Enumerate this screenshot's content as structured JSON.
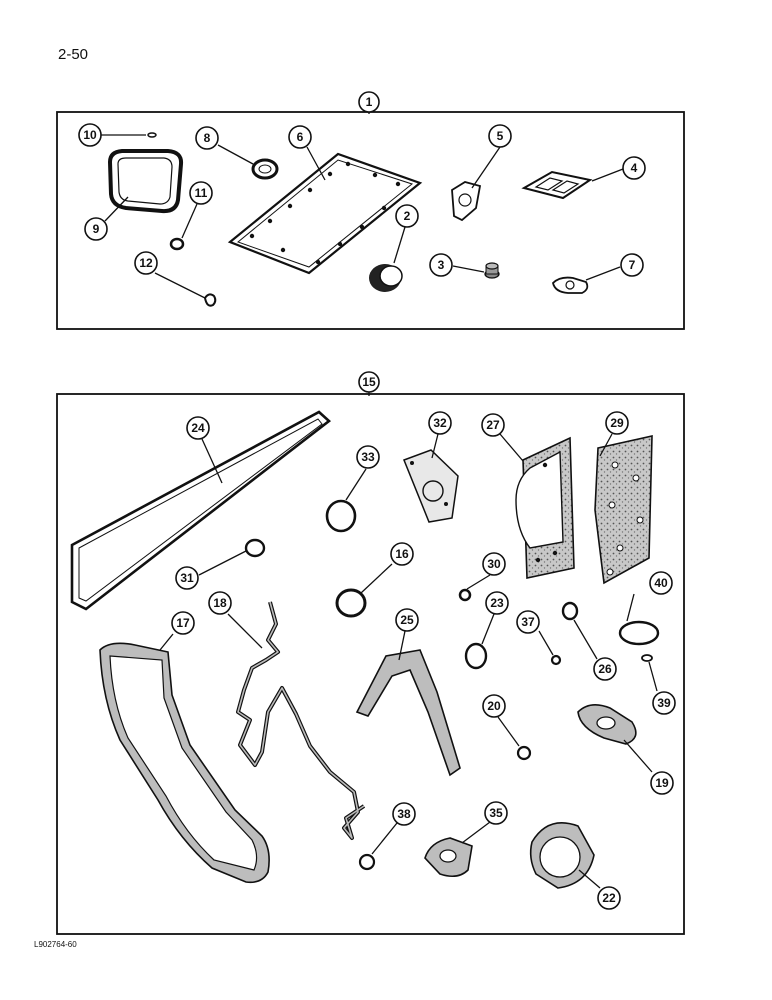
{
  "page": {
    "number": "2-50",
    "figure_code": "L902764-60"
  },
  "kits": [
    {
      "callout": "1"
    },
    {
      "callout": "15"
    }
  ],
  "callouts": {
    "c1": "1",
    "c2": "2",
    "c3": "3",
    "c4": "4",
    "c5": "5",
    "c6": "6",
    "c7": "7",
    "c8": "8",
    "c9": "9",
    "c10": "10",
    "c11": "11",
    "c12": "12",
    "c15": "15",
    "c16": "16",
    "c17": "17",
    "c18": "18",
    "c19": "19",
    "c20": "20",
    "c22": "22",
    "c23": "23",
    "c24": "24",
    "c25": "25",
    "c26": "26",
    "c27": "27",
    "c29": "29",
    "c30": "30",
    "c31": "31",
    "c32": "32",
    "c33": "33",
    "c35": "35",
    "c37": "37",
    "c38": "38",
    "c39": "39",
    "c40": "40"
  }
}
